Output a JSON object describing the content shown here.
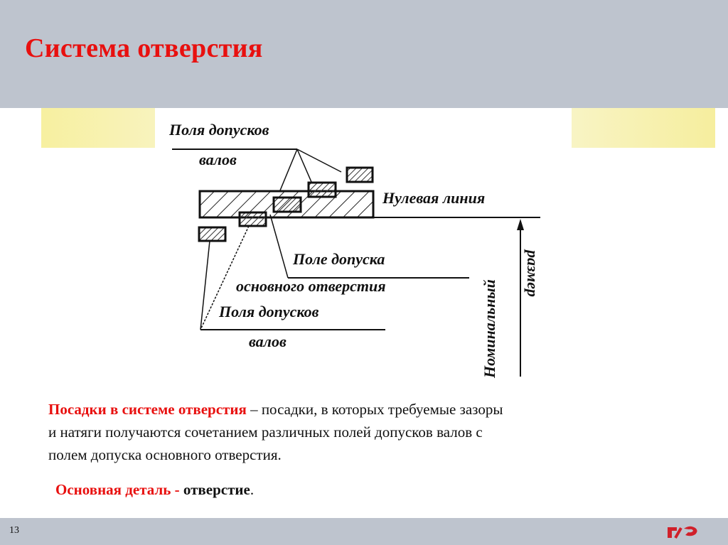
{
  "slide": {
    "title": "Система отверстия",
    "page_number": "13",
    "colors": {
      "header_bg": "#bec4ce",
      "title_red": "#e8100f",
      "accent_yellow": "#f7f0a0"
    }
  },
  "diagram": {
    "labels": {
      "shaft_fields_top_line1": "Поля допусков",
      "shaft_fields_top_line2": "валов",
      "zero_line": "Нулевая линия",
      "hole_field_line1": "Поле допуска",
      "hole_field_line2": "основного отверстия",
      "shaft_fields_bottom_line1": "Поля допусков",
      "shaft_fields_bottom_line2": "валов",
      "nominal_line1": "Номинальный",
      "nominal_line2": "размер"
    }
  },
  "text": {
    "definition_term": "Посадки в системе отверстия",
    "definition_rest_line1": " – посадки, в которых требуемые зазоры",
    "definition_line2": " и натяги получаются сочетанием различных полей допусков валов с",
    "definition_line3": " полем допуска основного отверстия.",
    "main_detail_label": "Основная деталь - ",
    "main_detail_value": "отверстие",
    "main_detail_end": "."
  },
  "footer": {
    "logo": "rzd-logo"
  }
}
